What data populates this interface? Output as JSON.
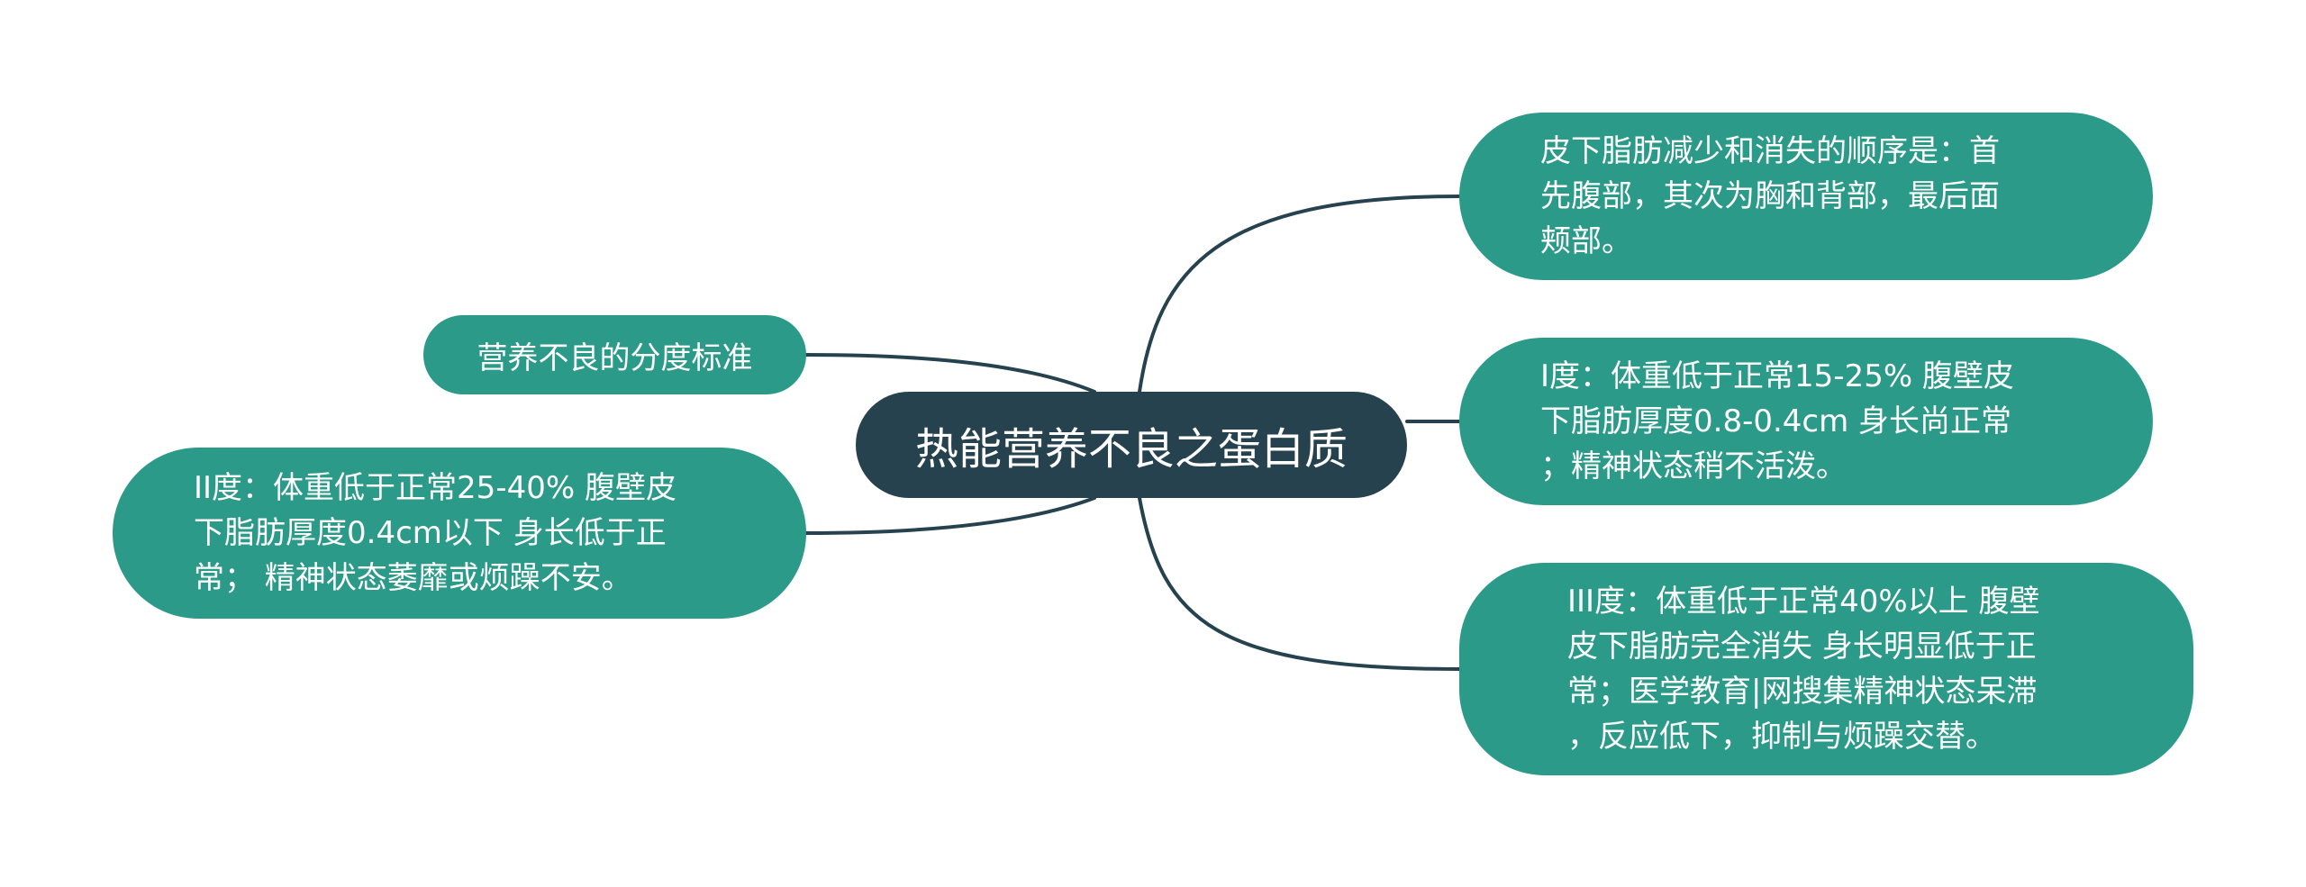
{
  "colors": {
    "root_fill": "#27424f",
    "node_fill": "#2b9a89",
    "connector": "#27424f",
    "text": "#ffffff"
  },
  "root": {
    "label": "热能营养不良之蛋白质"
  },
  "left_nodes": [
    {
      "label": "营养不良的分度标准"
    },
    {
      "label": "II度：体重低于正常25-40% 腹壁皮\n下脂肪厚度0.4cm以下 身长低于正\n常； 精神状态萎靡或烦躁不安。"
    }
  ],
  "right_nodes": [
    {
      "label": "皮下脂肪减少和消失的顺序是：首\n先腹部，其次为胸和背部，最后面\n颊部。"
    },
    {
      "label": "I度：体重低于正常15-25% 腹壁皮\n下脂肪厚度0.8-0.4cm 身长尚正常\n；精神状态稍不活泼。"
    },
    {
      "label": "III度：体重低于正常40%以上 腹壁\n皮下脂肪完全消失 身长明显低于正\n常；医学教育|网搜集精神状态呆滞\n，反应低下，抑制与烦躁交替。"
    }
  ]
}
